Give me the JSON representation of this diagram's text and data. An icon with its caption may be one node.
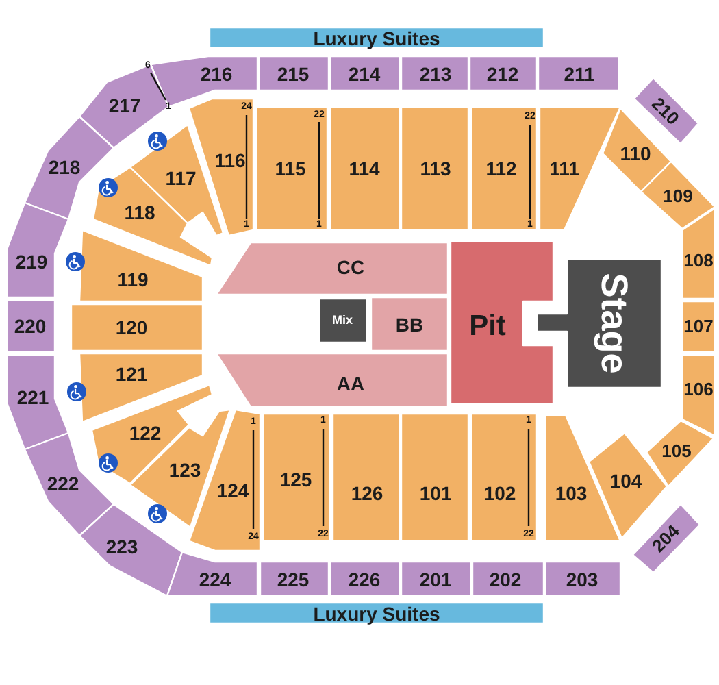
{
  "diagram": {
    "nodes": [
      {
        "text": [
          "Luxury Suites"
        ]
      },
      {
        "text": [
          "216"
        ]
      },
      {
        "text": [
          "215"
        ]
      },
      {
        "text": [
          "214"
        ]
      },
      {
        "text": [
          "213"
        ]
      },
      {
        "text": [
          "212"
        ]
      },
      {
        "text": [
          "211"
        ]
      },
      {
        "text": [
          "217"
        ]
      },
      {
        "text": [
          "210"
        ]
      },
      {
        "text": [
          "218"
        ]
      },
      {
        "text": [
          "116"
        ]
      },
      {
        "text": [
          "115"
        ]
      },
      {
        "text": [
          "114"
        ]
      },
      {
        "text": [
          "113"
        ]
      },
      {
        "text": [
          "112"
        ]
      },
      {
        "text": [
          "111"
        ]
      },
      {
        "text": [
          "117"
        ]
      },
      {
        "text": [
          "110"
        ]
      },
      {
        "text": [
          "118"
        ]
      },
      {
        "text": [
          "109"
        ]
      },
      {
        "text": [
          "CC"
        ]
      },
      {
        "text": [
          "219"
        ]
      },
      {
        "text": [
          "119"
        ]
      },
      {
        "text": [
          "108"
        ]
      },
      {
        "text": [
          "Mix"
        ]
      },
      {
        "text": [
          "BB"
        ]
      },
      {
        "text": [
          "Pit"
        ]
      },
      {
        "text": [
          "Stage"
        ]
      },
      {
        "text": [
          "220"
        ]
      },
      {
        "text": [
          "120"
        ]
      },
      {
        "text": [
          "107"
        ]
      },
      {
        "text": [
          "221"
        ]
      },
      {
        "text": [
          "121"
        ]
      },
      {
        "text": [
          "106"
        ]
      },
      {
        "text": [
          "AA"
        ]
      },
      {
        "text": [
          "122"
        ]
      },
      {
        "text": [
          "105"
        ]
      },
      {
        "text": [
          "123"
        ]
      },
      {
        "text": [
          "124"
        ]
      },
      {
        "text": [
          "125"
        ]
      },
      {
        "text": [
          "126"
        ]
      },
      {
        "text": [
          "101"
        ]
      },
      {
        "text": [
          "102"
        ]
      },
      {
        "text": [
          "103"
        ]
      },
      {
        "text": [
          "104"
        ]
      },
      {
        "text": [
          "222"
        ]
      },
      {
        "text": [
          "204"
        ]
      },
      {
        "text": [
          "223"
        ]
      },
      {
        "text": [
          "224"
        ]
      },
      {
        "text": [
          "225"
        ]
      },
      {
        "text": [
          "226"
        ]
      },
      {
        "text": [
          "201"
        ]
      },
      {
        "text": [
          "202"
        ]
      },
      {
        "text": [
          "203"
        ]
      },
      {
        "text": [
          "Luxury Suites"
        ]
      }
    ],
    "labels": [
      "6",
      "1",
      "24",
      "22",
      "22",
      "1",
      "1",
      "1",
      "1",
      "1",
      "1",
      "24",
      "22",
      "22"
    ]
  }
}
